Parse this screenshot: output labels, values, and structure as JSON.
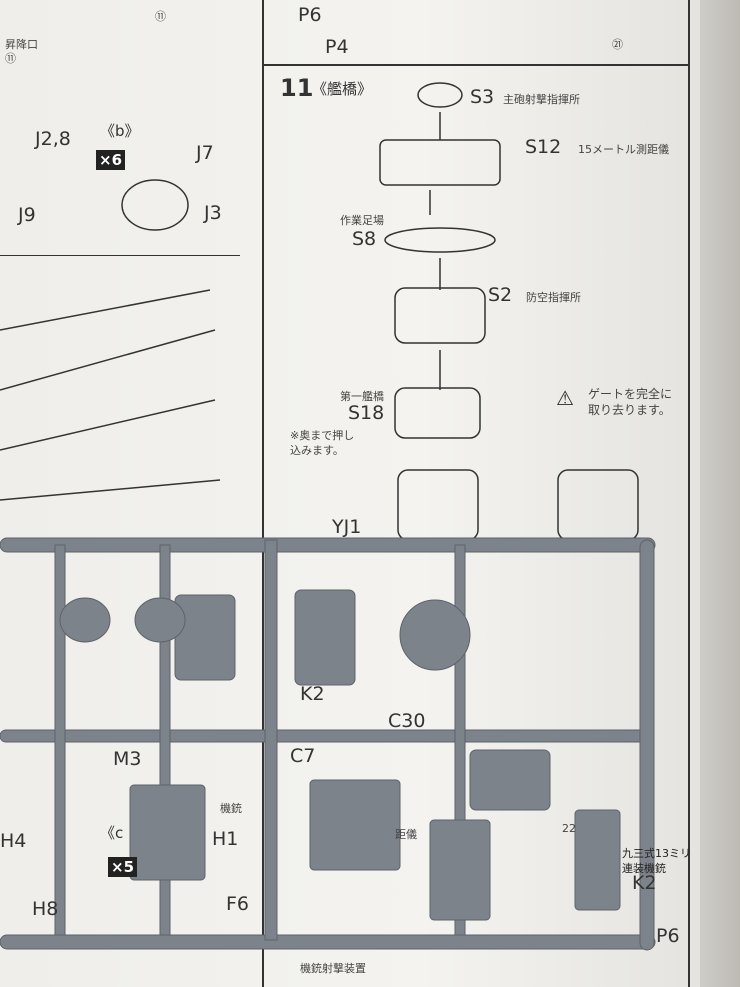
{
  "sheet": {
    "top_left": {
      "circled_11": "⑪",
      "hatch_label": "昇降口",
      "hatch_num": "⑪"
    },
    "top_right": {
      "p6": "P6",
      "p4": "P4",
      "circled_21": "㉑"
    },
    "step_left": {
      "j28": "J2,8",
      "b_label": "《b》",
      "x6": "×6",
      "j7": "J7",
      "j9": "J9",
      "j3": "J3"
    },
    "step11": {
      "number": "11",
      "title": "《艦橋》",
      "s3": "S3",
      "s3_desc": "主砲射撃指揮所",
      "s12": "S12",
      "s12_desc": "15メートル測距儀",
      "s8_desc": "作業足場",
      "s8": "S8",
      "s2": "S2",
      "s2_desc": "防空指揮所",
      "s18_desc": "第一艦橋",
      "s18": "S18",
      "note": "※奥まで押し\n込みます。",
      "gate_note": "ゲートを完全に\n取り去ります。",
      "yj1": "YJ1"
    },
    "lower": {
      "k2": "K2",
      "c30": "C30",
      "m3": "M3",
      "c7": "C7",
      "h1": "H1",
      "h4": "H4",
      "c_label": "《c",
      "x5": "×5",
      "h8": "H8",
      "f6": "F6",
      "num22": "22",
      "mg_desc": "九三式13ミリ\n連装機銃",
      "k2b": "K2",
      "mg_director": "機銃射撃装置",
      "rangefinder_frag": "距儀",
      "mg_frag": "機銃",
      "p6_frag": "P6"
    }
  },
  "colors": {
    "paper": "#f1f0ec",
    "sprue": "#7d838a",
    "ink": "#2a2a2a"
  }
}
